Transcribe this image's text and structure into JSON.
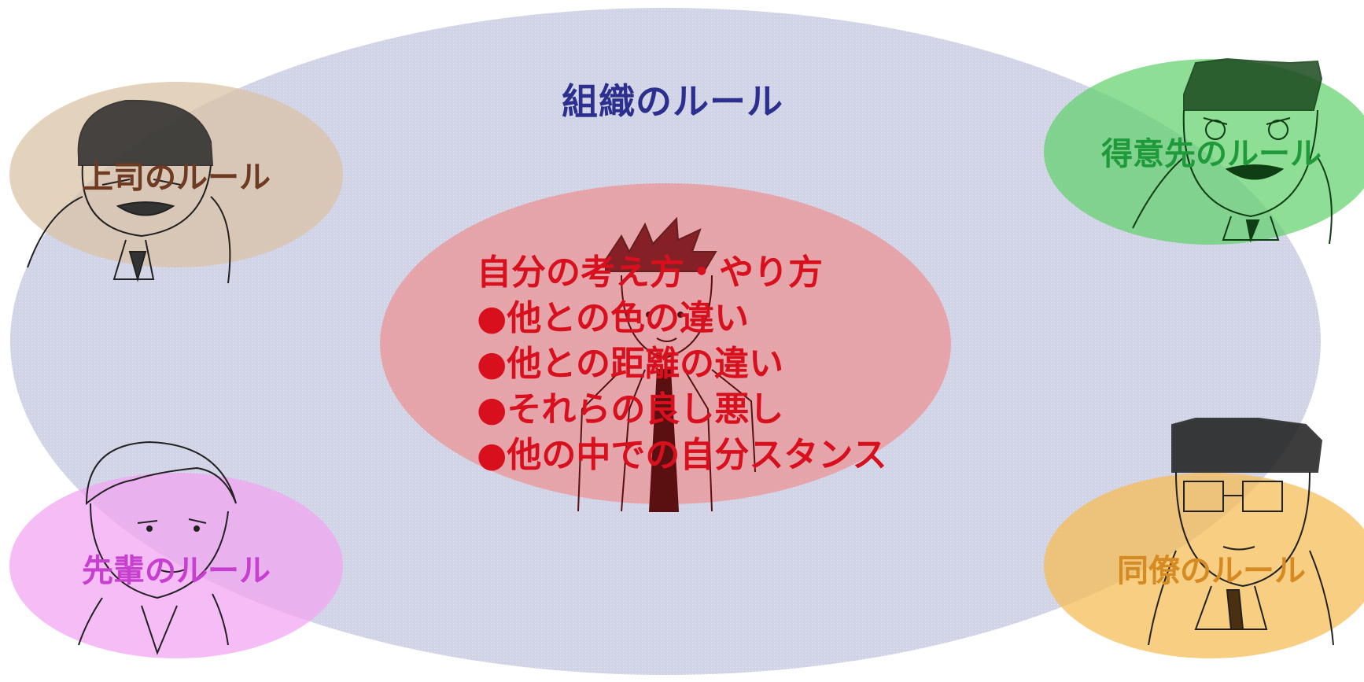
{
  "diagram": {
    "organization": {
      "label": "組織のルール",
      "color": "#2d2f8e",
      "fill": "#c9cbe2"
    },
    "boss": {
      "label": "上司のルール",
      "color": "#6e3a22",
      "fill": "#d9c3a6",
      "icon": "boss-face-sketch"
    },
    "client": {
      "label": "得意先のルール",
      "color": "#1e9a3a",
      "fill": "#5fd06a",
      "icon": "client-face-sketch"
    },
    "senior": {
      "label": "先輩のルール",
      "color": "#c63fcf",
      "fill": "#f2a6f2",
      "icon": "senior-face-sketch"
    },
    "colleague": {
      "label": "同僚のルール",
      "color": "#d58a22",
      "fill": "#f6be58",
      "icon": "colleague-face-sketch"
    },
    "self": {
      "fill": "#ef8a8a",
      "color": "#d8101e",
      "icon": "self-figure-sketch",
      "lines": [
        "自分の考え方・やり方",
        "●他との色の違い",
        "●他との距離の違い",
        "●それらの良し悪し",
        "●他の中での自分スタンス"
      ]
    }
  }
}
